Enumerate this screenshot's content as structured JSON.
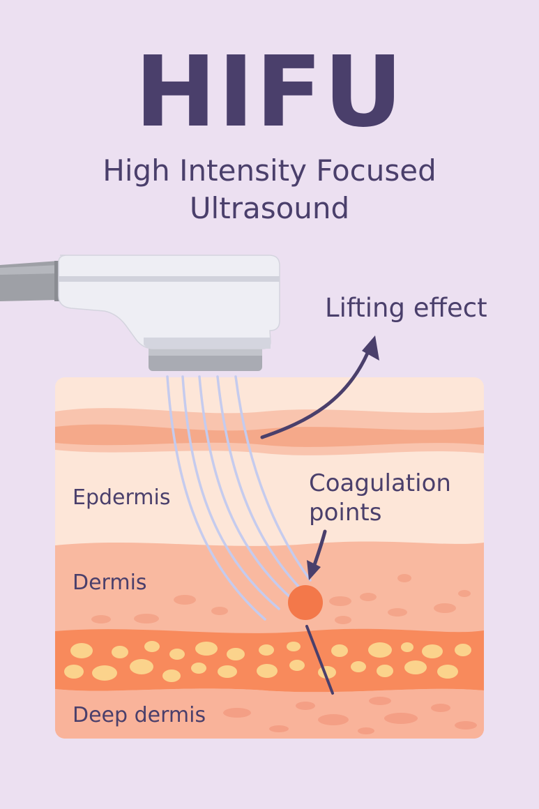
{
  "title": "HIFU",
  "subtitle": {
    "line1": "High Intensity Focused",
    "line2": "Ultrasound"
  },
  "labels": {
    "lifting_effect": "Lifting effect",
    "coagulation_line1": "Coagulation",
    "coagulation_line2": "points",
    "epidermis": "Epdermis",
    "dermis": "Dermis",
    "deep_dermis": "Deep dermis"
  },
  "colors": {
    "background": "#ece0f1",
    "text": "#4a3f6b",
    "epidermis": "#fde6d8",
    "dermis": "#f9b9a0",
    "fat_layer": "#f88a5c",
    "fat_cells": "#fbd38c",
    "focal_point": "#f3784a",
    "ultrasound_beams": "#c5cbee"
  }
}
